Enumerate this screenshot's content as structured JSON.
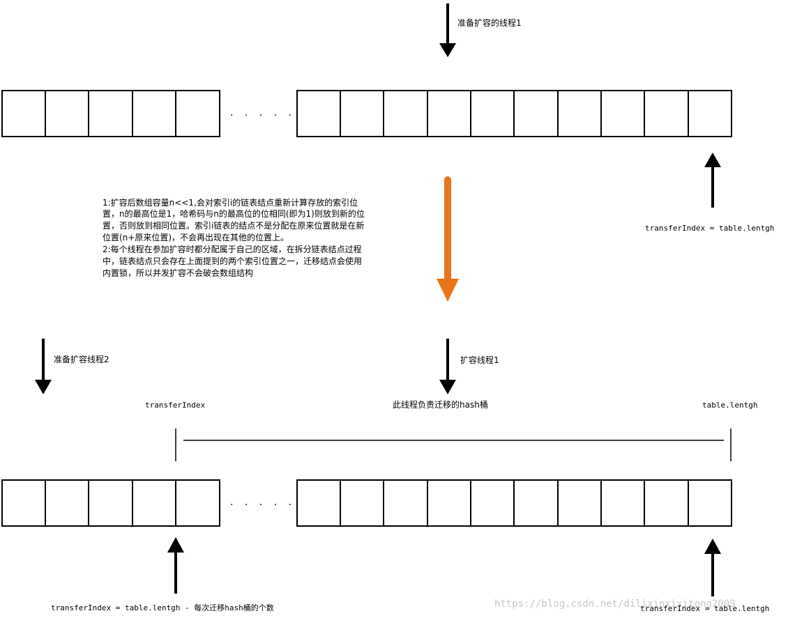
{
  "top_thread_label": "准备扩容的线程1",
  "top_pointer_label": "transferIndex = table.lentgh",
  "ellipsis": ". . . . .",
  "note_lines": [
    "1:扩容后数组容量n<<1,会对索引i的链表结点重新计算存放的索引位",
    "置，n的最高位是1，哈希码与n的最高位的位相同(即为1)则放到新的位",
    "置，否则放到相同位置。索引i链表的结点不是分配在原来位置就是在新",
    "位置(n+原来位置)，不会再出现在其他的位置上。",
    "2:每个线程在参加扩容时都分配属于自己的区域，在拆分链表结点过程",
    "中，链表结点只会存在上面提到的两个索引位置之一，迁移结点会使用",
    "内置锁，所以并发扩容不会破会数组结构"
  ],
  "thread2_label": "准备扩容线程2",
  "thread1_label": "扩容线程1",
  "range_start_label": "transferIndex",
  "range_desc_label": "此线程负责迁移的hash桶",
  "range_end_label": "table.lentgh",
  "bottom_left_label": "transferIndex = table.lentgh - 每次迁移hash桶的个数",
  "bottom_right_label": "transferIndex = table.lentgh",
  "watermark": "https://blog.csdn.net/dilixinxixitong2009",
  "colors": {
    "stroke": "#000000",
    "accent_arrow": "#e8751a",
    "watermark": "#c8c8c8"
  }
}
